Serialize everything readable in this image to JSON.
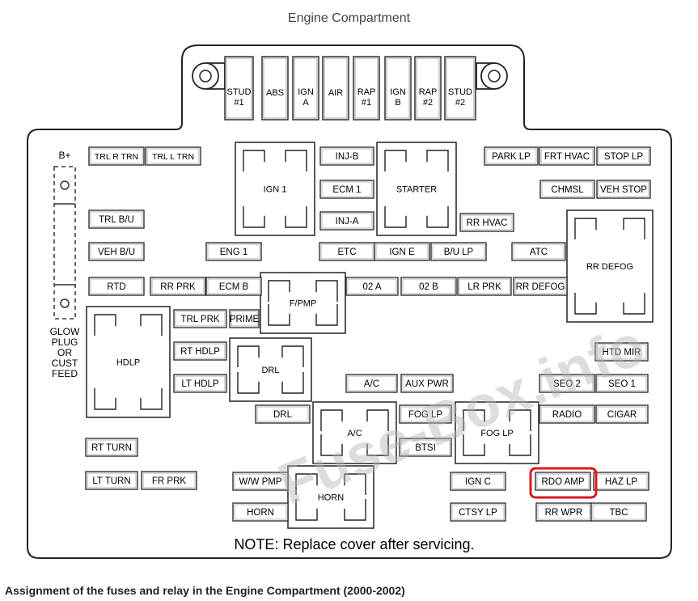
{
  "title": "Engine Compartment",
  "caption": "Assignment of the fuses and relay in the Engine Compartment (2000-2002)",
  "note": "NOTE: Replace cover after servicing.",
  "watermark": "Fuse-Box.info",
  "highlight_color": "#d9191f",
  "top_fuses": [
    {
      "l1": "STUD",
      "l2": "#1"
    },
    {
      "l1": "ABS",
      "l2": ""
    },
    {
      "l1": "IGN",
      "l2": "A"
    },
    {
      "l1": "AIR",
      "l2": ""
    },
    {
      "l1": "RAP",
      "l2": "#1"
    },
    {
      "l1": "IGN",
      "l2": "B"
    },
    {
      "l1": "RAP",
      "l2": "#2"
    },
    {
      "l1": "STUD",
      "l2": "#2"
    }
  ],
  "fuses": [
    "TRL R TRN",
    "TRL L TRN",
    "INJ-B",
    "PARK LP",
    "FRT HVAC",
    "STOP LP",
    "ECM 1",
    "CHMSL",
    "VEH STOP",
    "TRL B/U",
    "INJ-A",
    "RR HVAC",
    "VEH B/U",
    "ENG 1",
    "ETC",
    "IGN E",
    "B/U LP",
    "ATC",
    "RTD",
    "RR PRK",
    "ECM B",
    "02 A",
    "02 B",
    "LR PRK",
    "RR DEFOG",
    "TRL PRK",
    "PRIME",
    "RT HDLP",
    "HTD MIR",
    "LT HDLP",
    "A/C",
    "AUX PWR",
    "SEO 2",
    "SEO 1",
    "DRL",
    "FOG LP",
    "RADIO",
    "CIGAR",
    "BTSI",
    "RT TURN",
    "LT TURN",
    "FR PRK",
    "W/W PMP",
    "IGN C",
    "RDO AMP",
    "HAZ LP",
    "HORN",
    "CTSY LP",
    "RR WPR",
    "TBC"
  ],
  "relays": [
    "IGN 1",
    "STARTER",
    "RR DEFOG",
    "F/PMP",
    "HDLP",
    "DRL",
    "A/C",
    "FOG LP",
    "HORN"
  ],
  "side_label_top": "B+",
  "side_label_lines": [
    "GLOW",
    "PLUG",
    "OR",
    "CUST",
    "FEED"
  ]
}
